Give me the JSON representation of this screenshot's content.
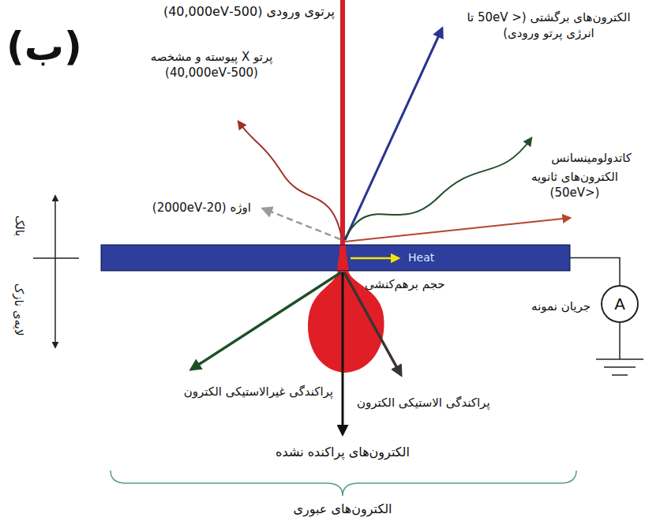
{
  "diagram": {
    "nodes": [
      {
        "text": [
          "Heat"
        ]
      },
      {
        "text": [
          "A"
        ]
      }
    ],
    "edges": [
      {
        "from": 0,
        "to": 1,
        "arrow": "none"
      }
    ],
    "labels": [
      "(ب)",
      "پرتوی ورودی (500-40,000eV)",
      "الکترون‌های برگشتی (< 50eV تا انرژی پرتو ورودی)",
      "پرتو X پیوسته و مشخصه (500-40,000eV)",
      "کاتدولومینسانس",
      "الکترون‌های ثانویه (<50eV)",
      "اوژه (20-2000eV)",
      "بالک",
      "لایه‌ی نازک",
      "حجم برهم‌کنشی",
      "جریان نمونه",
      "پراکندگی غیرالاستیکی الکترون",
      "پراکندگی الاستیکی الکترون",
      "الکترون‌های پراکنده نشده",
      "الکترون‌های عبوری"
    ]
  }
}
